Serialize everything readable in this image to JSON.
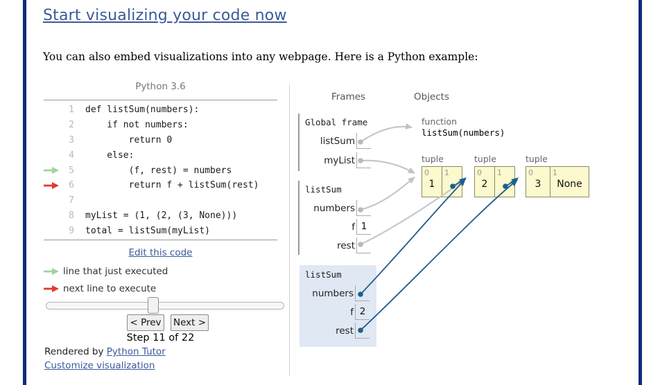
{
  "header": {
    "title": "Start visualizing your code now",
    "intro": "You can also embed visualizations into any webpage. Here is a Python example:"
  },
  "code_panel": {
    "language_label": "Python 3.6",
    "edit_link": "Edit this code",
    "lines": [
      {
        "num": "1",
        "text": "def listSum(numbers):",
        "marker": ""
      },
      {
        "num": "2",
        "text": "    if not numbers:",
        "marker": ""
      },
      {
        "num": "3",
        "text": "        return 0",
        "marker": ""
      },
      {
        "num": "4",
        "text": "    else:",
        "marker": ""
      },
      {
        "num": "5",
        "text": "        (f, rest) = numbers",
        "marker": "just-executed"
      },
      {
        "num": "6",
        "text": "        return f + listSum(rest)",
        "marker": "next-to-execute"
      },
      {
        "num": "7",
        "text": "",
        "marker": ""
      },
      {
        "num": "8",
        "text": "myList = (1, (2, (3, None)))",
        "marker": ""
      },
      {
        "num": "9",
        "text": "total = listSum(myList)",
        "marker": ""
      }
    ]
  },
  "legend": {
    "just_executed": "line that just executed",
    "next_to_execute": "next line to execute"
  },
  "controls": {
    "prev_label": "< Prev",
    "next_label": "Next >",
    "step_label": "Step 11 of 22",
    "rendered_by_text": "Rendered by ",
    "rendered_by_link": "Python Tutor",
    "customize_link": "Customize visualization"
  },
  "panel_headers": {
    "frames": "Frames",
    "objects": "Objects"
  },
  "frames": [
    {
      "label": "Global frame",
      "active": false,
      "vars": [
        {
          "name": "listSum",
          "pointer": true
        },
        {
          "name": "myList",
          "pointer": true
        }
      ]
    },
    {
      "label": "listSum",
      "active": false,
      "vars": [
        {
          "name": "numbers",
          "pointer": true
        },
        {
          "name": "f",
          "value": "1"
        },
        {
          "name": "rest",
          "pointer": true
        }
      ]
    },
    {
      "label": "listSum",
      "active": true,
      "vars": [
        {
          "name": "numbers",
          "pointer": true
        },
        {
          "name": "f",
          "value": "2"
        },
        {
          "name": "rest",
          "pointer": true
        }
      ]
    }
  ],
  "objects": {
    "function": {
      "type_label": "function",
      "name": "listSum(numbers)"
    },
    "tuples": [
      {
        "type_label": "tuple",
        "cells": [
          {
            "index": "0",
            "value": "1"
          },
          {
            "index": "1",
            "pointer": true
          }
        ]
      },
      {
        "type_label": "tuple",
        "cells": [
          {
            "index": "0",
            "value": "2"
          },
          {
            "index": "1",
            "pointer": true
          }
        ]
      },
      {
        "type_label": "tuple",
        "cells": [
          {
            "index": "0",
            "value": "3"
          },
          {
            "index": "1",
            "value": "None"
          }
        ]
      }
    ]
  },
  "colors": {
    "link": "#3a5a9a",
    "nav_bar": "#10297c",
    "active_frame_bg": "#dfe8f3",
    "tuple_fill": "#fbf9cd",
    "tuple_border": "#8a8a65",
    "pointer_gray": "#c7c7c7",
    "pointer_blue": "#1d5e8f",
    "executed_arrow": "#9fd49f",
    "next_arrow": "#e03a2a"
  }
}
